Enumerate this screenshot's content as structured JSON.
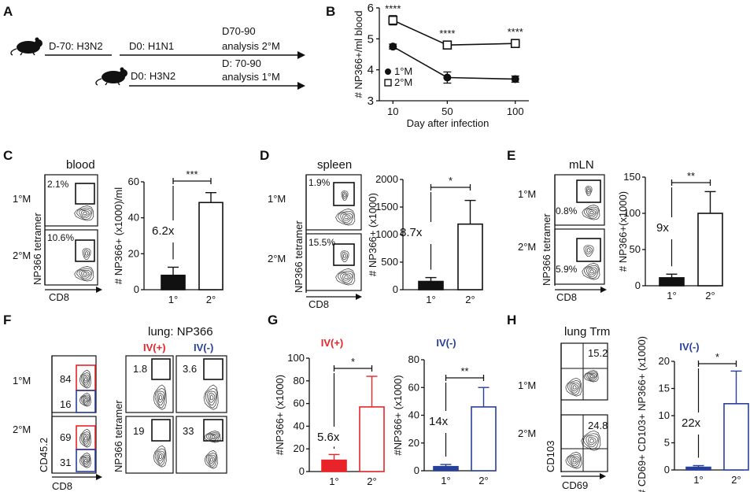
{
  "panels": {
    "A": "A",
    "B": "B",
    "C": "C",
    "D": "D",
    "E": "E",
    "F": "F",
    "G": "G",
    "H": "H"
  },
  "panel_a": {
    "step1": "D-70: H3N2",
    "step2": "D0: H1N1",
    "step3_line1": "D70-90",
    "step3_line2": "analysis 2°M",
    "step4": "D0: H3N2",
    "step5_line1": "D: 70-90",
    "step5_line2": "analysis 1°M"
  },
  "flow_common": {
    "row1": "1°M",
    "row2": "2°M",
    "ylab": "NP366 tetramer",
    "xlab": "CD8"
  },
  "panel_c": {
    "title": "blood",
    "g1": "2.1%",
    "g2": "10.6%"
  },
  "panel_d": {
    "title": "spleen",
    "g1": "1.9%",
    "g2": "15.5%"
  },
  "panel_e": {
    "title": "mLN",
    "g1": "0.8%",
    "g2": "5.9%"
  },
  "panel_f": {
    "title": "lung: NP366",
    "iv_pos": "IV(+)",
    "iv_neg": "IV(-)",
    "ylab_left": "CD45.2",
    "xlab": "CD8",
    "r1_red": "84",
    "r1_blue": "16",
    "r2_red": "69",
    "r2_blue": "31",
    "r1_ivpos": "1.8",
    "r1_ivneg": "3.6",
    "r2_ivpos": "19",
    "r2_ivneg": "33"
  },
  "panel_h_flow": {
    "title": "lung Trm",
    "ylab": "CD103",
    "xlab": "CD69",
    "q1": "15.2",
    "q2": "24.8"
  },
  "colors": {
    "red": "#e8242a",
    "blue": "#27409a",
    "black": "#111111"
  },
  "chart_data": [
    {
      "id": "B",
      "type": "line",
      "x": [
        10,
        50,
        100
      ],
      "xlabel": "Day after infection",
      "ylabel": "# NP366+/ml blood",
      "xlim": [
        0,
        110
      ],
      "ylim": [
        3,
        6
      ],
      "yticks": [
        3,
        4,
        5,
        6
      ],
      "xticks": [
        10,
        50,
        100
      ],
      "series": [
        {
          "name": "1°M",
          "values": [
            4.75,
            3.75,
            3.7
          ],
          "err": [
            0.08,
            0.18,
            0.1
          ],
          "marker": "filled-circle"
        },
        {
          "name": "2°M",
          "values": [
            5.6,
            4.8,
            4.85
          ],
          "err": [
            0.15,
            0.08,
            0.1
          ],
          "marker": "open-square"
        }
      ],
      "annotations": [
        "****",
        "****",
        "****"
      ]
    },
    {
      "id": "C",
      "type": "bar",
      "categories": [
        "1°",
        "2°"
      ],
      "values": [
        8,
        48.5
      ],
      "err": [
        4.5,
        5.5
      ],
      "ylabel": "# NP366+ (x1000)/ml",
      "ylim": [
        0,
        60
      ],
      "yticks": [
        0,
        20,
        40,
        60
      ],
      "fill": [
        "#111111",
        "#ffffff"
      ],
      "stroke": "#111111",
      "sig": "***",
      "fold": "6.2x"
    },
    {
      "id": "D",
      "type": "bar",
      "categories": [
        "1°",
        "2°"
      ],
      "values": [
        150,
        1190
      ],
      "err": [
        70,
        430
      ],
      "ylabel": "# NP366+ (x1000)",
      "ylim": [
        0,
        2000
      ],
      "yticks": [
        0,
        500,
        1000,
        1500,
        2000
      ],
      "fill": [
        "#111111",
        "#ffffff"
      ],
      "stroke": "#111111",
      "sig": "*",
      "fold": "8.7x"
    },
    {
      "id": "E",
      "type": "bar",
      "categories": [
        "1°",
        "2°"
      ],
      "values": [
        11,
        100
      ],
      "err": [
        5,
        30
      ],
      "ylabel": "# NP366+(x1000)",
      "ylim": [
        0,
        150
      ],
      "yticks": [
        0,
        50,
        100,
        150
      ],
      "fill": [
        "#111111",
        "#ffffff"
      ],
      "stroke": "#111111",
      "sig": "**",
      "fold": "9x"
    },
    {
      "id": "G1",
      "type": "bar",
      "title": "IV(+)",
      "categories": [
        "1°",
        "2°"
      ],
      "values": [
        10,
        57
      ],
      "err": [
        5,
        27
      ],
      "ylabel": "#NP366+ (x1000)",
      "ylim": [
        0,
        100
      ],
      "yticks": [
        0,
        20,
        40,
        60,
        80,
        100
      ],
      "fill": [
        "#e8242a",
        "#ffffff"
      ],
      "stroke": "#e8242a",
      "sig": "*",
      "fold": "5.6x"
    },
    {
      "id": "G2",
      "type": "bar",
      "title": "IV(-)",
      "categories": [
        "1°",
        "2°"
      ],
      "values": [
        3,
        46
      ],
      "err": [
        1.5,
        14
      ],
      "ylabel": "#NP366+ (x1000)",
      "ylim": [
        0,
        80
      ],
      "yticks": [
        0,
        20,
        40,
        60,
        80
      ],
      "fill": [
        "#27409a",
        "#ffffff"
      ],
      "stroke": "#27409a",
      "sig": "**",
      "fold": "14x"
    },
    {
      "id": "H",
      "type": "bar",
      "title": "IV(-)",
      "categories": [
        "1°",
        "2°"
      ],
      "values": [
        0.5,
        12.2
      ],
      "err": [
        0.3,
        6
      ],
      "ylabel": "# CD69+ CD103+ NP366+ (x1000)",
      "ylim": [
        0,
        20
      ],
      "yticks": [
        0,
        5,
        10,
        15,
        20
      ],
      "fill": [
        "#27409a",
        "#ffffff"
      ],
      "stroke": "#27409a",
      "sig": "*",
      "fold": "22x"
    }
  ]
}
